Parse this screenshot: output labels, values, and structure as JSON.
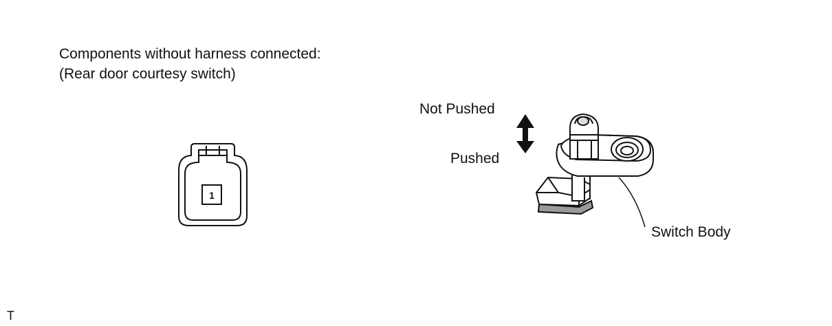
{
  "heading": {
    "line1": "Components without harness connected:",
    "line2": "(Rear door courtesy switch)"
  },
  "connector": {
    "pin_number": "1"
  },
  "switch": {
    "not_pushed_label": "Not Pushed",
    "pushed_label": "Pushed",
    "body_label": "Switch Body"
  },
  "illustration_code": "T"
}
